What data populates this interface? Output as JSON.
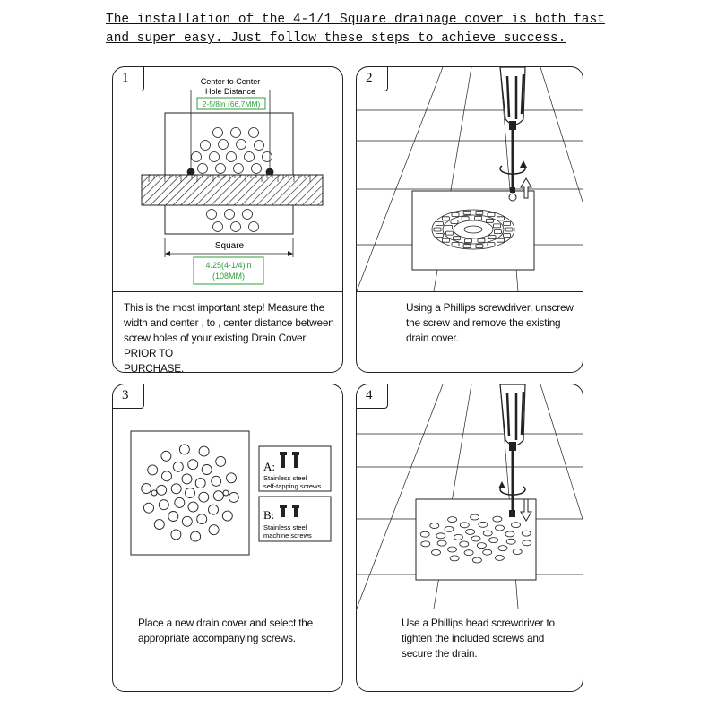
{
  "header": {
    "line1": "The installation of the 4-1/1 Square drainage cover is both fast",
    "line2": "and super easy. Just follow these steps to achieve success."
  },
  "steps": [
    {
      "number": "1",
      "label_center": "Center to Center",
      "label_hole": "Hole Distance",
      "label_dist": "2-5/8in (66.7MM)",
      "label_square": "Square",
      "label_size1": "4.25(4-1/4)in",
      "label_size2": "(108MM)",
      "caption": [
        "This is the most important step! Measure the",
        "width and center , to , center distance between",
        "screw holes of your existing Drain Cover PRIOR TO",
        "PURCHASE."
      ]
    },
    {
      "number": "2",
      "caption": [
        "Using a Phillips screwdriver, unscrew",
        "the screw and remove the existing",
        "drain cover."
      ]
    },
    {
      "number": "3",
      "a_letter": "A:",
      "a_text1": "Stainless steel",
      "a_text2": "self-tapping screws",
      "b_letter": "B:",
      "b_text1": "Stainless steel",
      "b_text2": "machine screws",
      "caption": [
        "Place a new drain cover and select the",
        "appropriate accompanying screws."
      ]
    },
    {
      "number": "4",
      "caption": [
        "Use a Phillips head screwdriver to",
        "tighten the included screws and",
        "secure the drain."
      ]
    }
  ],
  "colors": {
    "accent_green": "#2e9e3a",
    "line": "#222222"
  }
}
